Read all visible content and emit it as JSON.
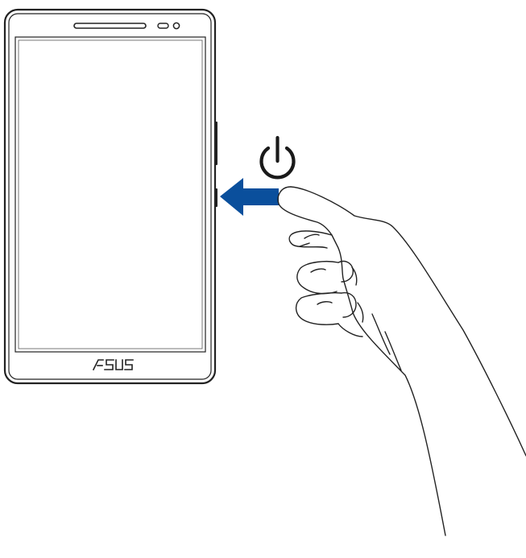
{
  "device": {
    "brand_logo_text": "/ISUS",
    "screen_state": "blank"
  },
  "instruction": {
    "icon": "power-icon",
    "action": "press-power-button",
    "arrow_direction": "left",
    "arrow_color": "#0a4f9c"
  },
  "colors": {
    "outline": "#222222",
    "screen": "#ffffff"
  }
}
